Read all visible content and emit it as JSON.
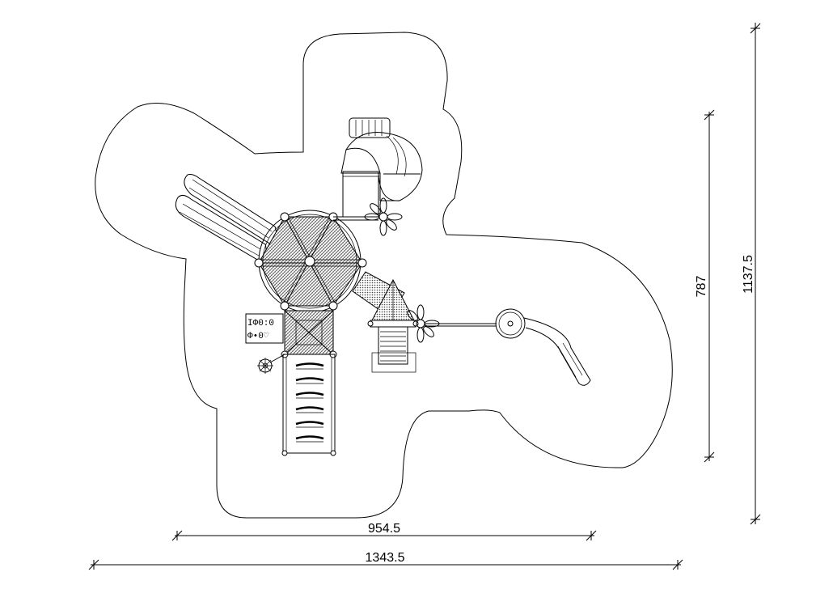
{
  "drawing": {
    "type": "playground plan view",
    "dimensions": {
      "inner_width": "954.5",
      "outer_width": "1343.5",
      "inner_height": "787",
      "outer_height": "1137.5"
    },
    "colors": {
      "line": "#000000",
      "background": "#ffffff",
      "hatch": "#555555"
    }
  }
}
